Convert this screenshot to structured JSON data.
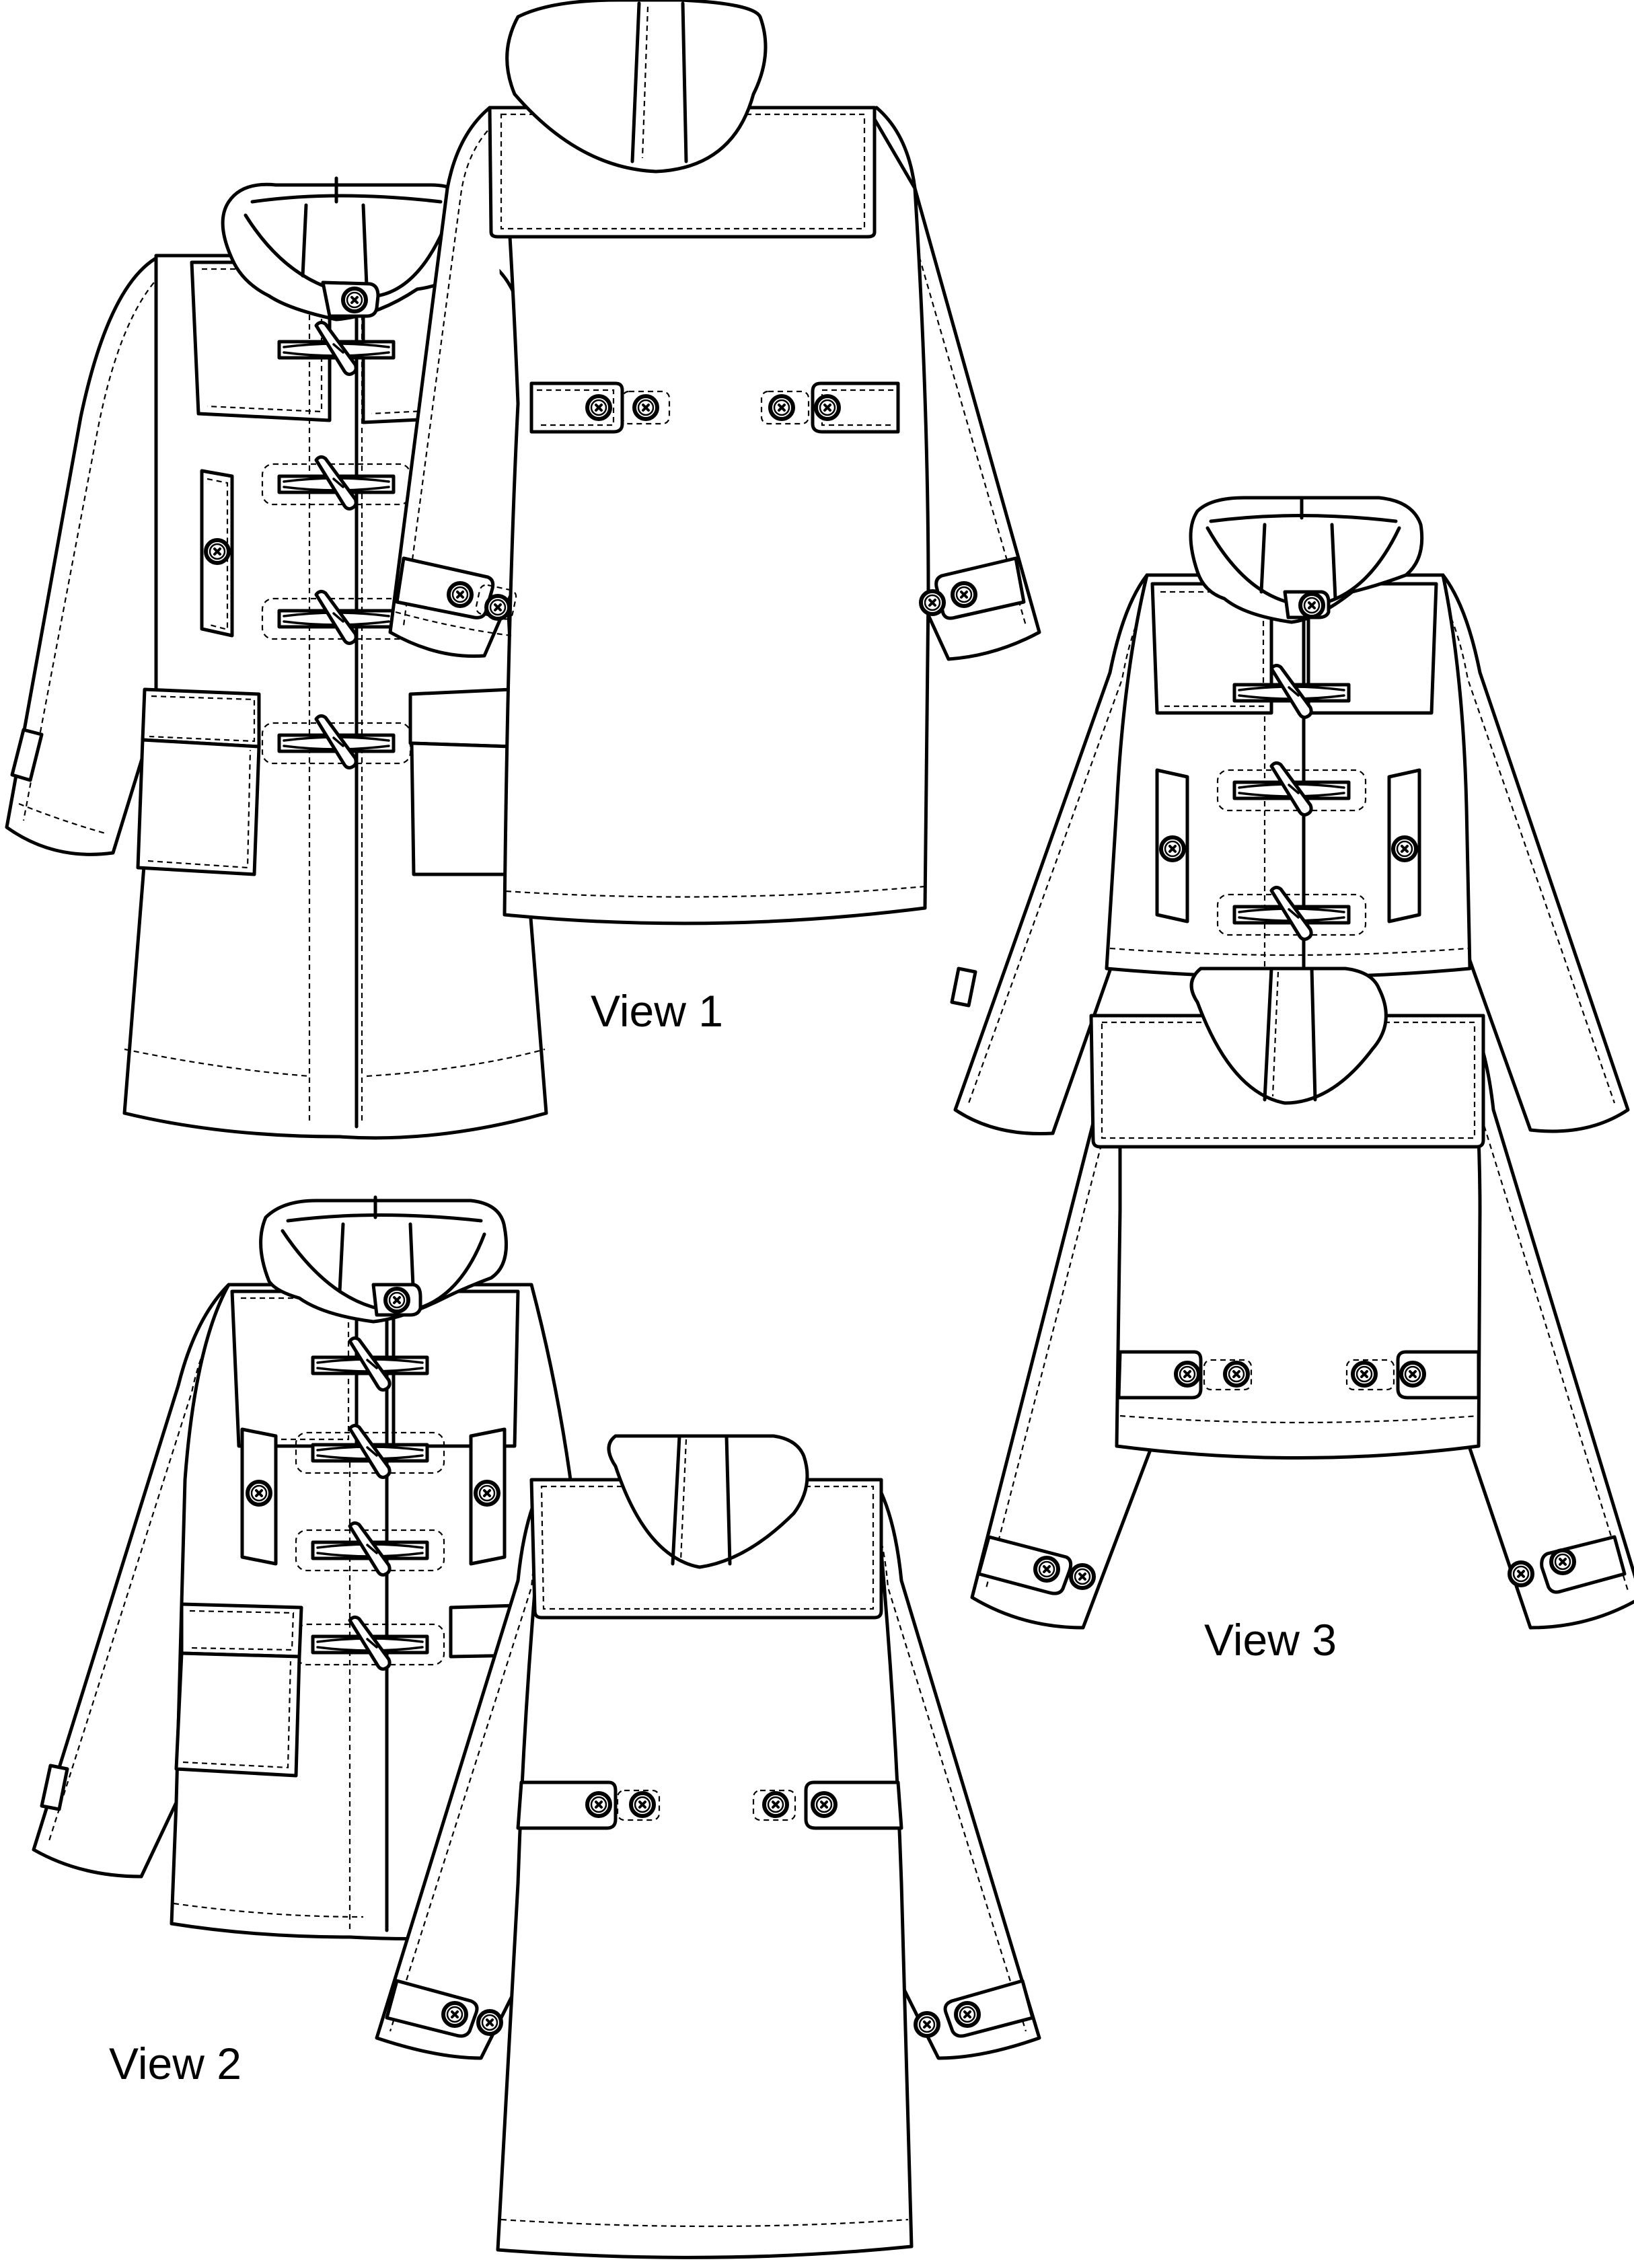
{
  "figure": {
    "type": "technical flat drawing",
    "subject": "duffle coat sewing pattern line art",
    "line_color": "#000000",
    "background": "#ffffff"
  },
  "labels": {
    "view1": "View 1",
    "view2": "View 2",
    "view3": "View 3"
  },
  "views": [
    {
      "id": "view1",
      "label": "View 1",
      "length": "long",
      "drawings": [
        {
          "side": "front",
          "toggles": 4,
          "hood_tab_button": 1,
          "flap_pockets": 2,
          "welt_pockets_with_button": 2,
          "sleeve_tabs": 2
        },
        {
          "side": "back",
          "yoke": true,
          "hood_center_panel": true,
          "back_tabs": 2,
          "back_buttons": 4,
          "cuff_tabs": 2,
          "cuff_buttons": 4
        }
      ]
    },
    {
      "id": "view2",
      "label": "View 2",
      "length": "mid-thigh",
      "drawings": [
        {
          "side": "front",
          "toggles": 4,
          "hood_tab_button": 1,
          "flap_pockets": 2,
          "welt_pockets_with_button": 2
        },
        {
          "side": "back",
          "yoke": true,
          "hood_center_panel": true,
          "back_tabs": 2,
          "back_buttons": 4,
          "cuff_tabs": 2,
          "cuff_buttons": 4
        }
      ]
    },
    {
      "id": "view3",
      "label": "View 3",
      "length": "cropped",
      "drawings": [
        {
          "side": "front",
          "toggles": 3,
          "hood_tab_button": 1,
          "welt_pockets_with_button": 2
        },
        {
          "side": "back",
          "yoke": true,
          "hood_center_panel": true,
          "back_tabs": 2,
          "back_buttons": 4,
          "cuff_tabs": 2,
          "cuff_buttons": 4
        }
      ]
    }
  ]
}
